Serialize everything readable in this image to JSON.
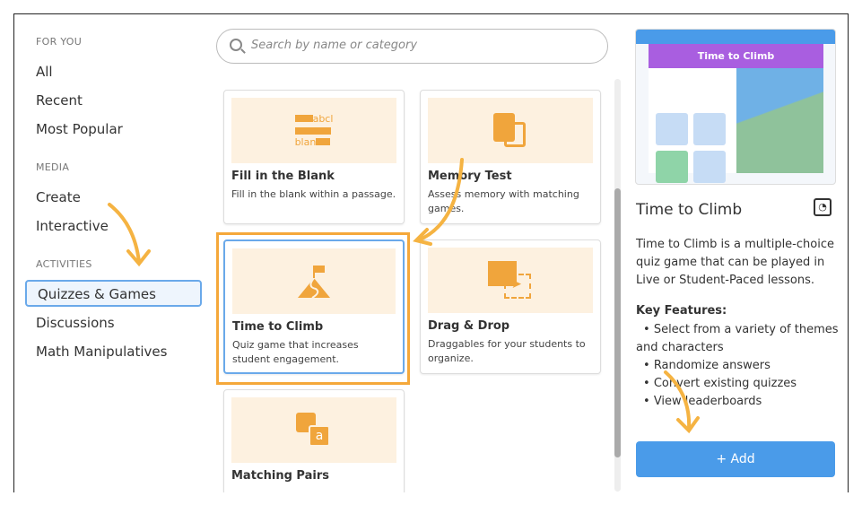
{
  "sidebar": {
    "sections": [
      {
        "label": "FOR YOU",
        "items": [
          "All",
          "Recent",
          "Most Popular"
        ]
      },
      {
        "label": "MEDIA",
        "items": [
          "Create",
          "Interactive"
        ]
      },
      {
        "label": "ACTIVITIES",
        "items": [
          "Quizzes & Games",
          "Discussions",
          "Math Manipulatives"
        ]
      }
    ],
    "active": "Quizzes & Games"
  },
  "search": {
    "placeholder": "Search by name or category"
  },
  "cards": [
    {
      "title": "Fill in the Blank",
      "desc": "Fill in the blank within a passage.",
      "icon": "fill-blank-icon",
      "icon_text_1": "abcl",
      "icon_text_2": "blan"
    },
    {
      "title": "Memory Test",
      "desc": "Assess memory with matching games.",
      "icon": "memory-cards-icon"
    },
    {
      "title": "Time to Climb",
      "desc": "Quiz game that increases student engagement.",
      "icon": "mountain-flag-icon",
      "selected": true
    },
    {
      "title": "Drag & Drop",
      "desc": "Draggables for your students to organize.",
      "icon": "drag-drop-icon"
    },
    {
      "title": "Matching Pairs",
      "desc": "",
      "icon": "matching-pairs-icon",
      "icon_text": "a"
    }
  ],
  "detail": {
    "preview_title": "Time to Climb",
    "title": "Time to Climb",
    "description": "Time to Climb is a multiple-choice quiz game that can be played in Live or Student-Paced lessons.",
    "key_features_label": "Key Features:",
    "features": [
      "Select from a variety of themes and characters",
      "Randomize answers",
      "Convert existing quizzes",
      "View leaderboards"
    ],
    "add_label": "+ Add"
  },
  "colors": {
    "accent": "#4a9be9",
    "highlight": "#f5a83a",
    "thumb_bg": "#fdf1e0",
    "icon": "#f0a53c",
    "preview_header": "#a95ee0"
  }
}
